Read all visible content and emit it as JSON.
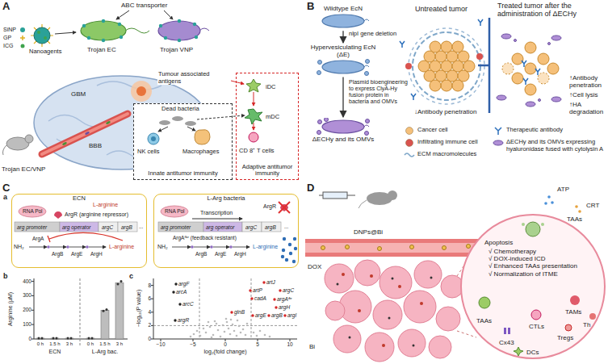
{
  "diagram": {
    "nodes": [
      {
        "text": [
          "Innate antitumor immunity"
        ]
      },
      {
        "text": [
          "Adaptive antitumor immunity"
        ]
      },
      {
        "text": [
          "Wildtype EcN"
        ]
      },
      {
        "text": [
          "Hypervesiculating EcN (ΔE)"
        ]
      },
      {
        "text": [
          "ΔECHy and its OMVs"
        ]
      },
      {
        "text": [
          "ECN"
        ]
      },
      {
        "text": [
          "L-Arg bacteria"
        ]
      },
      {
        "text": [
          "√ Chemotherapy",
          "√ DOX-induced ICD",
          "√ Enhanced TAAs presentation",
          "√ Normalization of ITME"
        ]
      }
    ],
    "edges": [
      {
        "from": 2,
        "to": 3,
        "arrow": "to",
        "label": "nlpI gene deletion"
      },
      {
        "from": 3,
        "to": 4,
        "arrow": "to",
        "label": "Plasmid bioengineering to express ClyA-Hy fusion protein in bacteria and OMVs"
      }
    ],
    "labels": [
      "A",
      "SiNP",
      "GP",
      "ICG",
      "Nanoagents",
      "ABC transporter",
      "Trojan EC",
      "Trojan VNP",
      "GBM",
      "BBB",
      "Trojan EC/VNP",
      "Tumour associated antigens",
      "Dead bacteria",
      "iDC",
      "mDC",
      "NK cells",
      "Macrophages",
      "CD 8⁺ T cells",
      "B",
      "Untreated tumor",
      "Treated tumor after the administration of ΔECHy",
      "↓Antibody penetration",
      "↑Antibody penetration",
      "↑Cell lysis",
      "↑HA degradation",
      "C",
      "a",
      "RNA Pol",
      "L-arginine",
      "ArgR (arginine repressor)",
      "arg promoter",
      "arg operator",
      "argC",
      "argB",
      "...",
      "NH₂",
      "ArgA",
      "ArgB",
      "ArgE",
      "ArgH",
      "L-arginine",
      "ArgR",
      "RNA Pol",
      "Transcription",
      "arg promoter",
      "arg operator",
      "argC",
      "argB",
      "...",
      "NH₂",
      "ArgAᶠᵇʳ (feedback resistant)",
      "ArgB",
      "ArgE",
      "ArgH",
      "L-arginine",
      "b",
      "Arginine (μM)",
      "0",
      "100",
      "200",
      "300",
      "400",
      "0 h",
      "1.5 h",
      "3 h",
      "0 h",
      "1.5 h",
      "3 h",
      "ECN",
      "L-Arg bac.",
      "c",
      "−log₁₀(P value)",
      "0",
      "2",
      "4",
      "6",
      "8",
      "−10",
      "−5",
      "0",
      "5",
      "10",
      "log₂(fold change)",
      "argF",
      "arcA",
      "arcC",
      "argR",
      "artJ",
      "artP",
      "argC",
      "cadA",
      "argAᶠᵇʳ",
      "argH",
      "glnB",
      "argE",
      "argB",
      "argI",
      "D",
      "DNPs@Bi",
      "DOX",
      "Bi",
      "ATP",
      "CRT",
      "TAAs",
      "Apoptosis",
      "TAAs",
      "Cx43",
      "TAMs",
      "CTLs",
      "Th",
      "Tregs",
      "DCs"
    ],
    "legend": [
      {
        "text": "Cancer cell",
        "color": "#f5c07a"
      },
      {
        "text": "Infiltrating immune cell",
        "color": "#d9534f"
      },
      {
        "text": "ECM macromolecules"
      },
      {
        "text": "Therapeutic antibody"
      },
      {
        "text": "ΔECHy and its OMVs expressing hyaluronidase fused with cytolysin A"
      }
    ]
  }
}
